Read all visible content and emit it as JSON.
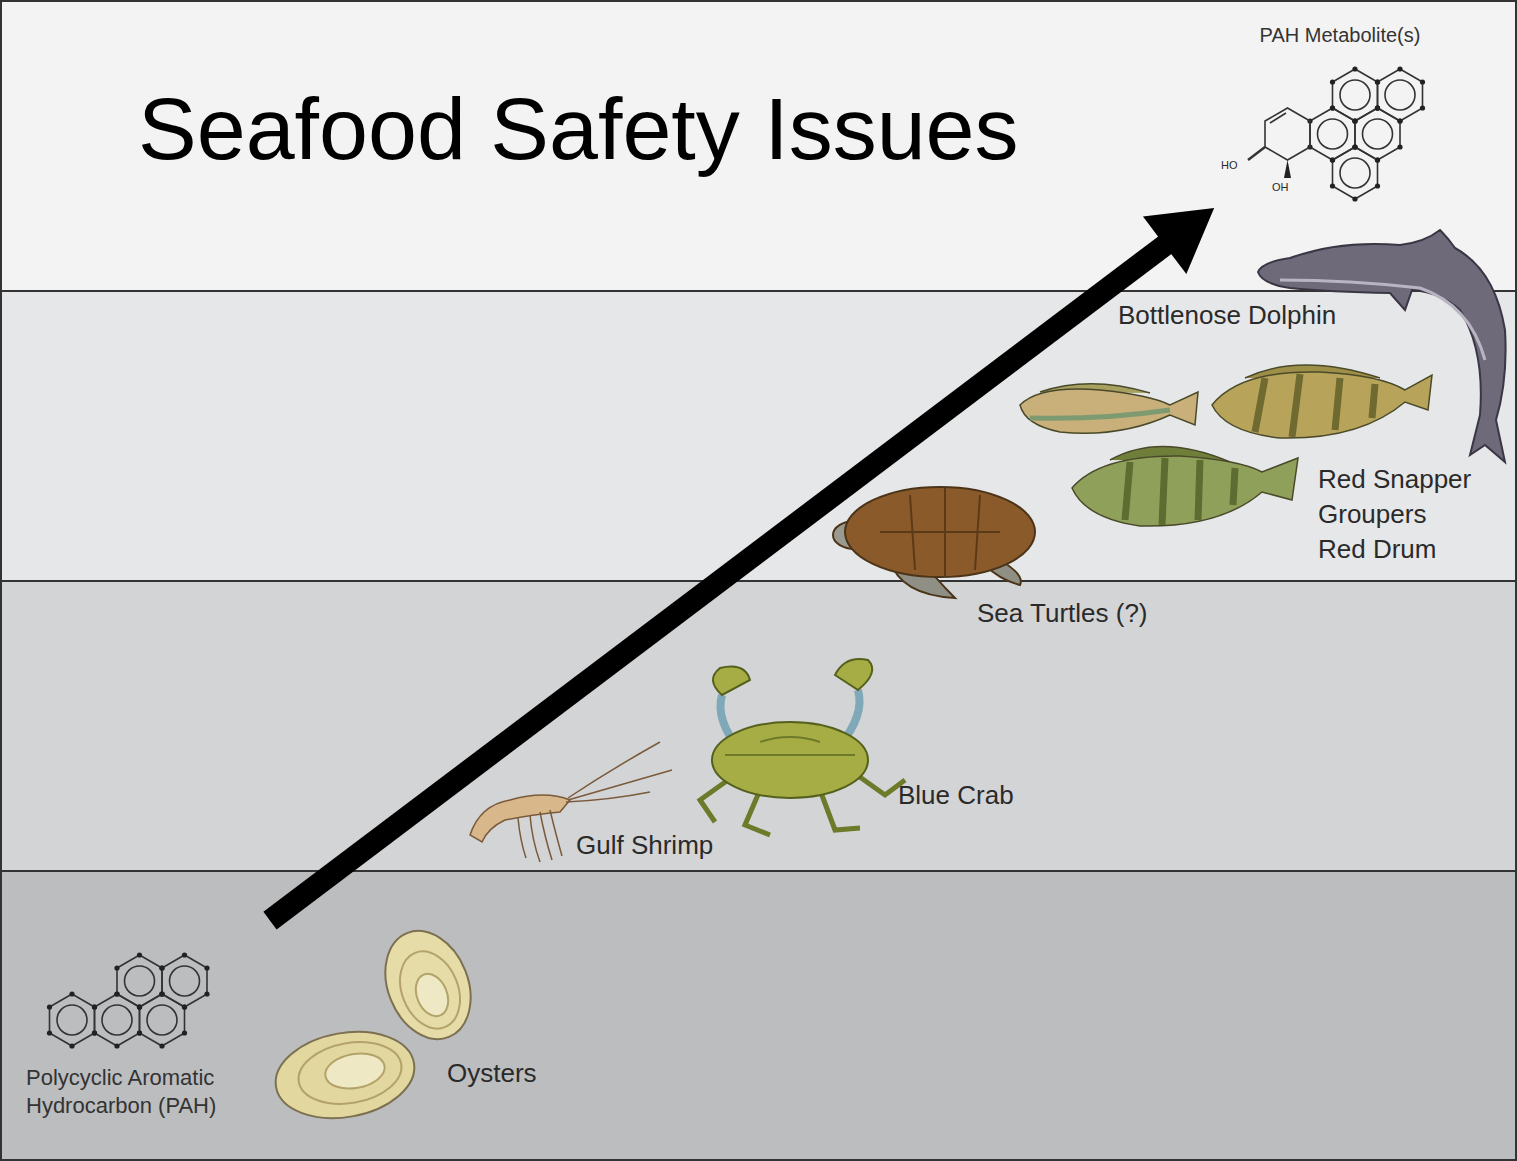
{
  "diagram": {
    "title": "Seafood Safety Issues",
    "nodes": [
      {
        "text": [
          "Polycyclic Aromatic Hydrocarbon (PAH)"
        ]
      },
      {
        "text": [
          "PAH Metabolite(s)"
        ]
      }
    ],
    "edges": [
      {
        "from": 0,
        "to": 1,
        "arrow": "to"
      }
    ],
    "labels": [
      "Oysters",
      "Gulf Shrimp",
      "Blue Crab",
      "Sea Turtles (?)",
      "Bottlenose Dolphin",
      "Red Snapper",
      "Groupers",
      "Red Drum",
      "HO",
      "OH"
    ]
  }
}
